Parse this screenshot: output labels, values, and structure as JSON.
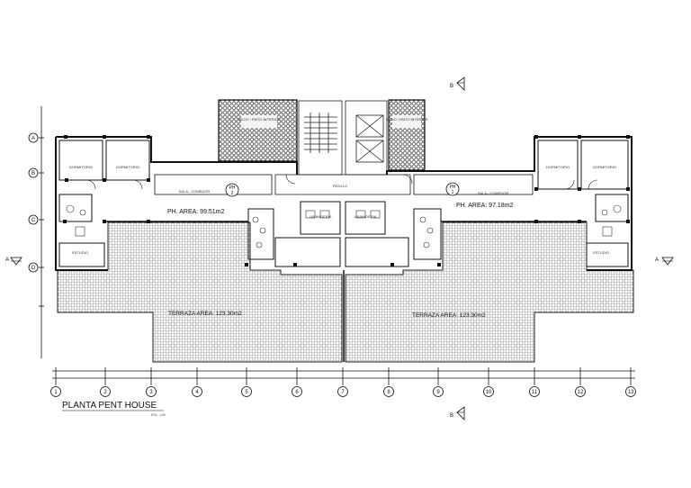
{
  "title": "PLANTA PENT HOUSE",
  "scale_note": "ESC. 1:50",
  "units": {
    "left": {
      "badge": "PH",
      "number": "2",
      "area_label": "PH. AREA: 99.51m2"
    },
    "right": {
      "badge": "PH",
      "number": "1",
      "area_label": "PH. AREA: 97.18m2"
    }
  },
  "terraces": {
    "left": "TERRAZA  AREA: 123.30m2",
    "right": "TERRAZA  AREA: 123.30m2"
  },
  "rooms": {
    "dorm_1": "DORMITORIO",
    "dorm_2": "DORMITORIO",
    "dorm_3": "DORMITORIO",
    "dorm_4": "DORMITORIO",
    "sala_left": "SALA - COMEDOR",
    "sala_right": "SALA - COMEDOR",
    "estudio_left": "ESTUDIO",
    "estudio_right": "ESTUDIO",
    "lavanderia_left": "LAVANDERIA",
    "lavanderia_right": "LAVANDERIA",
    "pasillo": "PASILLO",
    "void_left": "VACIO / PATIO INTERIOR",
    "void_right": "VACIO / PATIO INTERIOR"
  },
  "section_marks": {
    "top": "B",
    "bottom": "B",
    "left": "A",
    "right": "A"
  },
  "axis_rows": [
    "A",
    "B",
    "C",
    "D"
  ],
  "axis_cols": [
    "1",
    "2",
    "3",
    "4",
    "5",
    "6",
    "7",
    "8",
    "9",
    "10",
    "11",
    "12",
    "13"
  ]
}
